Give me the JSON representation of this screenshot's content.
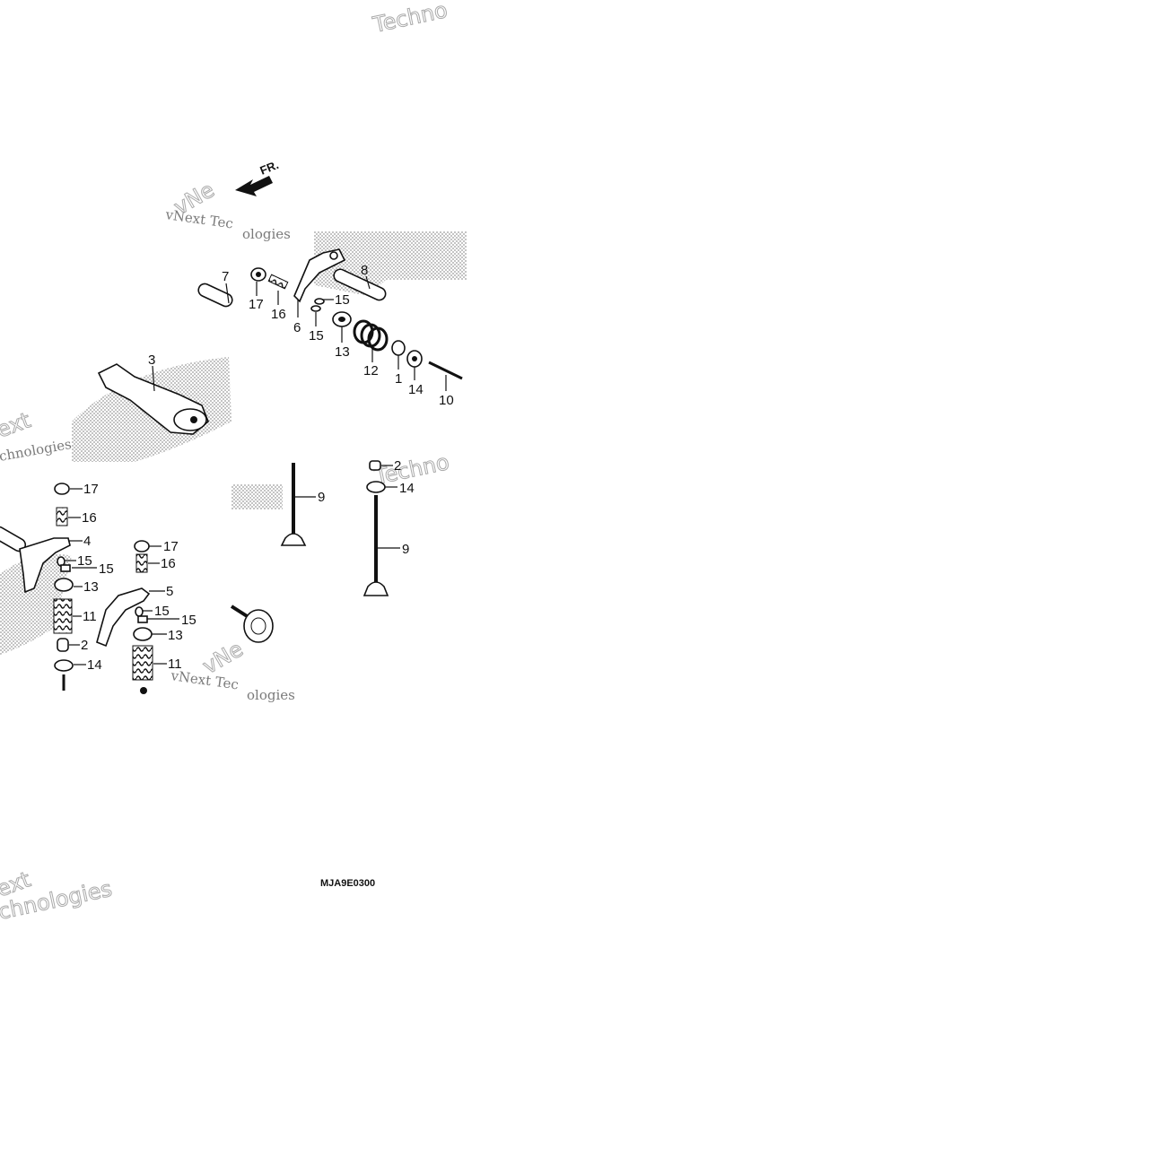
{
  "diagram": {
    "code": "MJA9E0300",
    "direction_label": "FR.",
    "watermark_text": [
      "vNext Tec",
      "ologies",
      "Techno",
      "ext",
      "chnologies",
      "vNext Tec",
      "ologies",
      "Techno",
      "ext",
      "chnologies",
      "vNe",
      "vNe"
    ],
    "callouts": [
      "7",
      "17",
      "16",
      "6",
      "15",
      "15",
      "8",
      "13",
      "12",
      "1",
      "14",
      "10",
      "3",
      "17",
      "16",
      "4",
      "15",
      "15",
      "13",
      "11",
      "2",
      "14",
      "17",
      "16",
      "5",
      "15",
      "15",
      "13",
      "11",
      "9",
      "2",
      "14",
      "9"
    ]
  }
}
